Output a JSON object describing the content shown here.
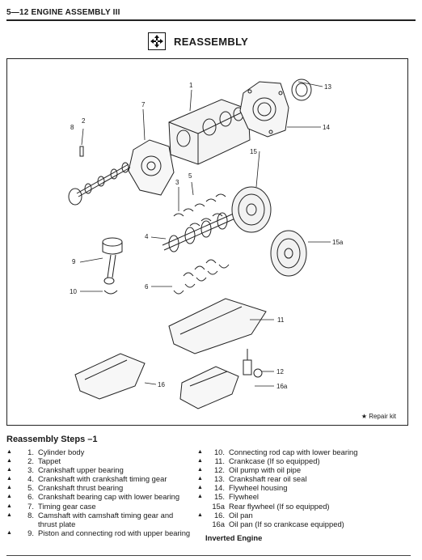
{
  "header": {
    "text": "5—12 ENGINE ASSEMBLY III"
  },
  "section": {
    "title": "REASSEMBLY"
  },
  "figure": {
    "callouts": [
      "1",
      "2",
      "3",
      "4",
      "5",
      "6",
      "7",
      "8",
      "9",
      "10",
      "11",
      "12",
      "13",
      "14",
      "15",
      "15a",
      "16",
      "16a"
    ],
    "note": "★ Repair kit"
  },
  "steps_title": "Reassembly Steps –1",
  "steps_left": [
    {
      "mark": "▲",
      "num": "1.",
      "text": "Cylinder body"
    },
    {
      "mark": "▲",
      "num": "2.",
      "text": "Tappet"
    },
    {
      "mark": "▲",
      "num": "3.",
      "text": "Crankshaft upper bearing"
    },
    {
      "mark": "▲",
      "num": "4.",
      "text": "Crankshaft with crankshaft timing gear"
    },
    {
      "mark": "▲",
      "num": "5.",
      "text": "Crankshaft thrust bearing"
    },
    {
      "mark": "▲",
      "num": "6.",
      "text": "Crankshaft bearing cap with lower bearing"
    },
    {
      "mark": "▲",
      "num": "7.",
      "text": "Timing gear case"
    },
    {
      "mark": "▲",
      "num": "8.",
      "text": "Camshaft with camshaft timing gear and thrust plate"
    },
    {
      "mark": "▲",
      "num": "9.",
      "text": "Piston and connecting rod with upper bearing"
    }
  ],
  "steps_right": [
    {
      "mark": "▲",
      "num": "10.",
      "text": "Connecting rod cap with lower bearing"
    },
    {
      "mark": "▲",
      "num": "11.",
      "text": "Crankcase (If so equipped)"
    },
    {
      "mark": "▲",
      "num": "12.",
      "text": "Oil pump with oil pipe"
    },
    {
      "mark": "▲",
      "num": "13.",
      "text": "Crankshaft rear oil seal"
    },
    {
      "mark": "▲",
      "num": "14.",
      "text": "Flywheel housing"
    },
    {
      "mark": "▲",
      "num": "15.",
      "text": "Flywheel"
    },
    {
      "mark": "",
      "num": "15a",
      "text": "Rear flywheel (If so equipped)"
    },
    {
      "mark": "▲",
      "num": "16.",
      "text": "Oil pan"
    },
    {
      "mark": "",
      "num": "16a",
      "text": "Oil pan (If so crankcase equipped)"
    }
  ],
  "right_subtitle": "Inverted Engine"
}
